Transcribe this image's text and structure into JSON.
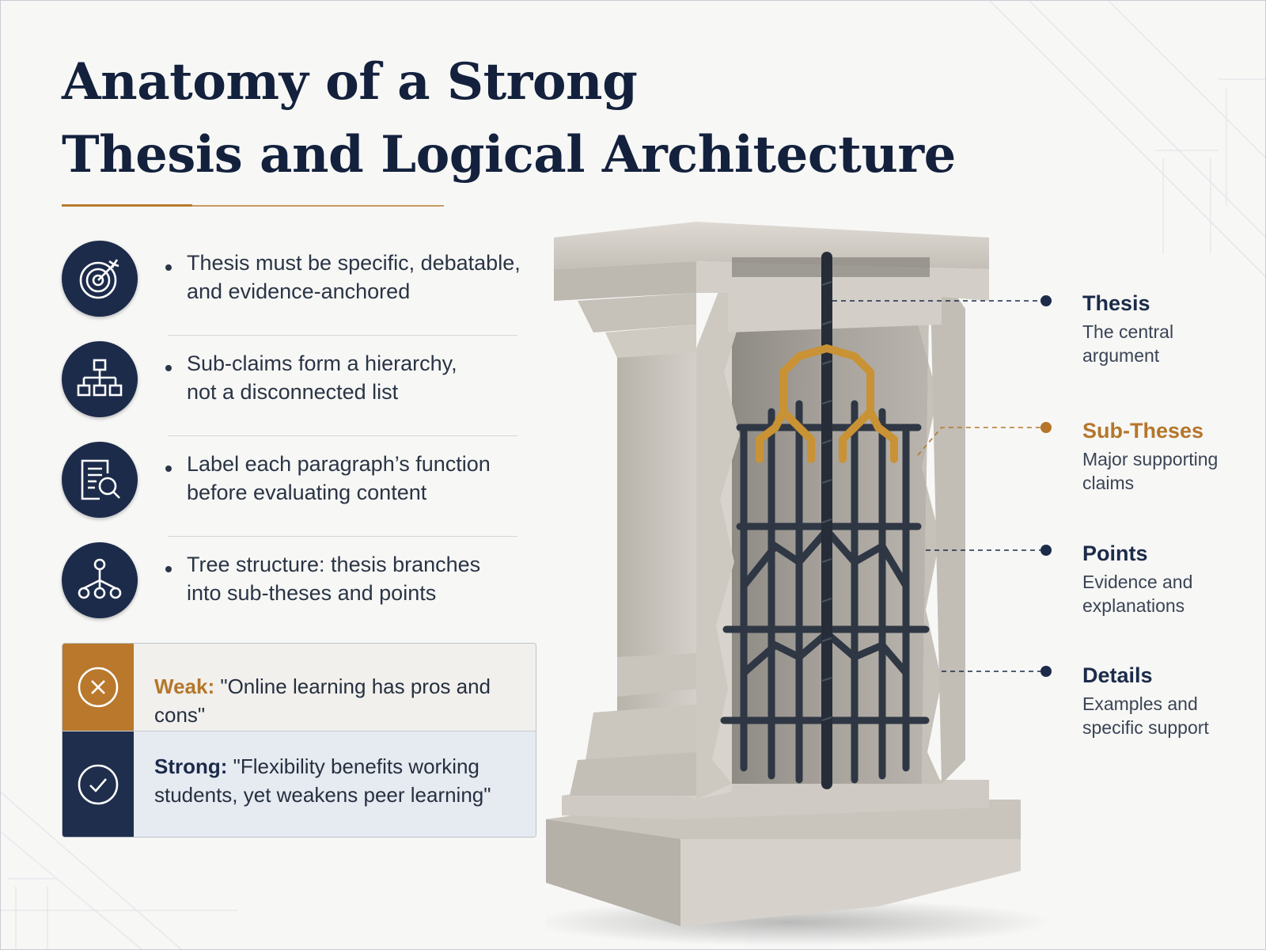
{
  "title": {
    "line1": "Anatomy of a Strong",
    "line2": "Thesis and Logical Architecture"
  },
  "features": [
    {
      "icon": "target-icon",
      "text_line1": "Thesis must be specific, debatable,",
      "text_line2": "and evidence-anchored"
    },
    {
      "icon": "hierarchy-icon",
      "text_line1": "Sub-claims form a hierarchy,",
      "text_line2": "not a disconnected list"
    },
    {
      "icon": "document-search-icon",
      "text_line1": "Label each paragraph’s function",
      "text_line2": "before evaluating content"
    },
    {
      "icon": "tree-icon",
      "text_line1": "Tree structure: thesis branches",
      "text_line2": "into sub-theses and points"
    }
  ],
  "comparison": {
    "weak": {
      "label": "Weak:",
      "text": "\"Online learning has pros and cons\"",
      "icon": "x-circle-icon"
    },
    "strong": {
      "label": "Strong:",
      "text_line1": "\"Flexibility benefits working",
      "text_line2": "students, yet weakens peer learning\"",
      "icon": "check-circle-icon"
    }
  },
  "callouts": [
    {
      "title": "Thesis",
      "desc_line1": "The central",
      "desc_line2": "argument",
      "color": "#1c2b4a"
    },
    {
      "title": "Sub-Theses",
      "desc_line1": "Major supporting",
      "desc_line2": "claims",
      "color": "#b5762a"
    },
    {
      "title": "Points",
      "desc_line1": "Evidence and",
      "desc_line2": "explanations",
      "color": "#1c2b4a"
    },
    {
      "title": "Details",
      "desc_line1": "Examples and",
      "desc_line2": "specific support",
      "color": "#1c2b4a"
    }
  ],
  "colors": {
    "navy": "#1c2b4a",
    "gold": "#b5762a",
    "background": "#f7f7f6"
  }
}
